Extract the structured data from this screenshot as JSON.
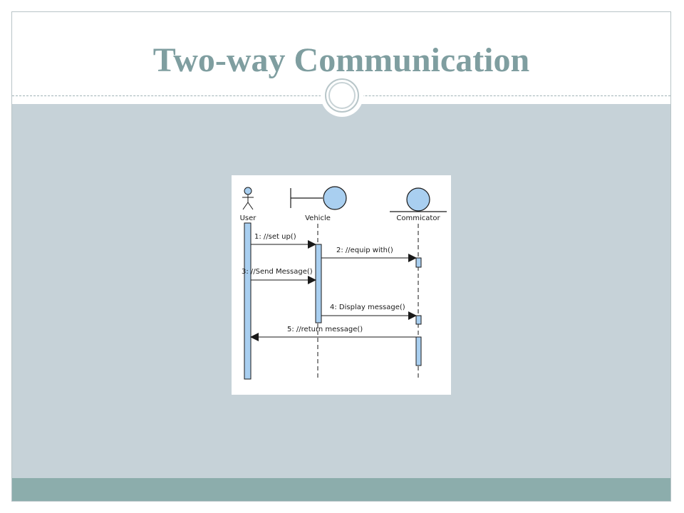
{
  "slide": {
    "title": "Two-way Communication"
  },
  "diagram": {
    "type": "sequence",
    "lifelines": [
      {
        "name": "User",
        "kind": "actor"
      },
      {
        "name": "Vehicle",
        "kind": "boundary"
      },
      {
        "name": "Commicator",
        "kind": "entity"
      }
    ],
    "messages": [
      {
        "label": "1: //set up()",
        "from": "User",
        "to": "Vehicle"
      },
      {
        "label": "2: //equip with()",
        "from": "Vehicle",
        "to": "Commicator"
      },
      {
        "label": "3: //Send Message()",
        "from": "User",
        "to": "Vehicle"
      },
      {
        "label": "4: Display message()",
        "from": "Vehicle",
        "to": "Commicator"
      },
      {
        "label": "5: //return message()",
        "from": "Commicator",
        "to": "User"
      }
    ],
    "colors": {
      "fill": "#a9cff0",
      "stroke": "#1a1a1a"
    }
  },
  "theme": {
    "title_color": "#7f9ea0",
    "content_band": "#c6d2d8",
    "footer_band": "#8cadac"
  }
}
